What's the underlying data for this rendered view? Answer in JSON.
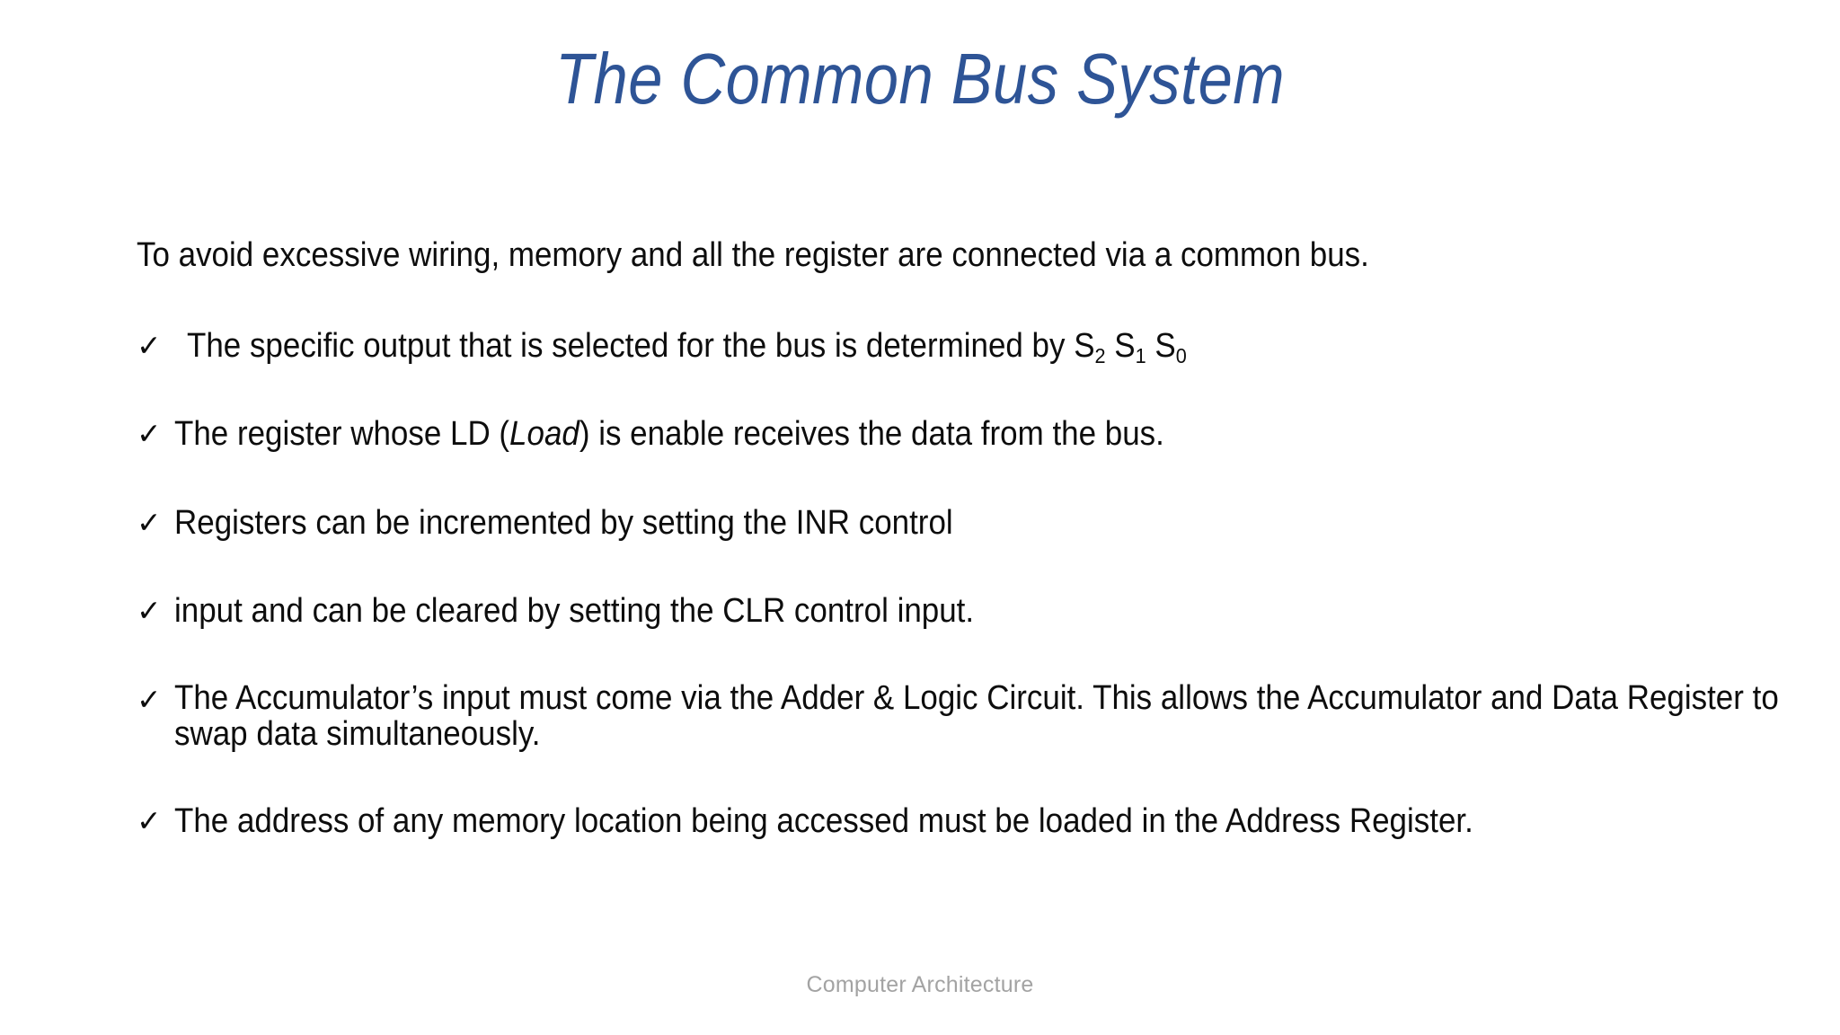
{
  "slide": {
    "title": "The Common Bus System",
    "title_color": "#2E5496",
    "background_color": "#FFFFFF",
    "body_text_color": "#0D0D0D",
    "footer_color": "#A3A3A3",
    "bullet_glyph": "✓",
    "intro": "To avoid excessive wiring, memory and all the register are connected via a common bus.",
    "bullets": [
      {
        "prefix": " The specific output that is selected for the bus is determined by ",
        "sigma": [
          "S",
          "2",
          "S",
          "1",
          "S",
          "0"
        ],
        "suffix": ""
      },
      {
        "before_italic": "The register whose LD (",
        "italic": "Load",
        "after_italic": ") is enable receives the data from the bus."
      },
      {
        "text": "Registers can be incremented by setting the INR control"
      },
      {
        "text": "input and can be cleared by setting the CLR control input."
      },
      {
        "text": "The Accumulator’s input must come via the Adder & Logic Circuit. This allows the Accumulator and Data Register to swap data simultaneously."
      },
      {
        "text": "The address of any memory location being accessed must be loaded in the Address Register."
      }
    ],
    "footer": "Computer Architecture"
  }
}
